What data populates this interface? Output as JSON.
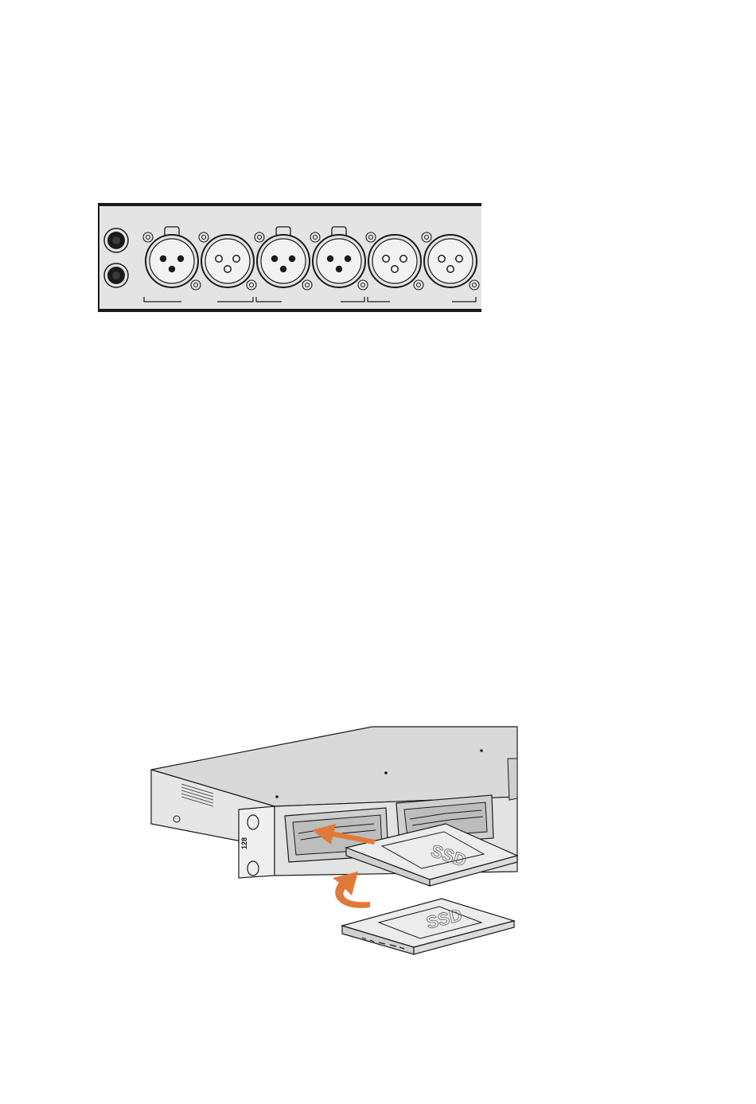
{
  "page": {
    "background": "#ffffff"
  },
  "audio_panel": {
    "panel_color": "#e4e4e4",
    "line_color": "#1a1a1a",
    "rca_jacks": 2,
    "xlr_connectors": [
      {
        "kind": "female",
        "latch": true
      },
      {
        "kind": "male",
        "latch": false
      },
      {
        "kind": "female",
        "latch": true
      },
      {
        "kind": "female",
        "latch": true
      },
      {
        "kind": "male",
        "latch": false
      },
      {
        "kind": "male",
        "latch": false
      }
    ]
  },
  "ssd_illustration": {
    "chassis_color": "#d9d9d9",
    "ssd_top_color": "#ececec",
    "arrow_color": "#e07a3a",
    "ssd_label": "SSD",
    "logo_text": "128"
  }
}
